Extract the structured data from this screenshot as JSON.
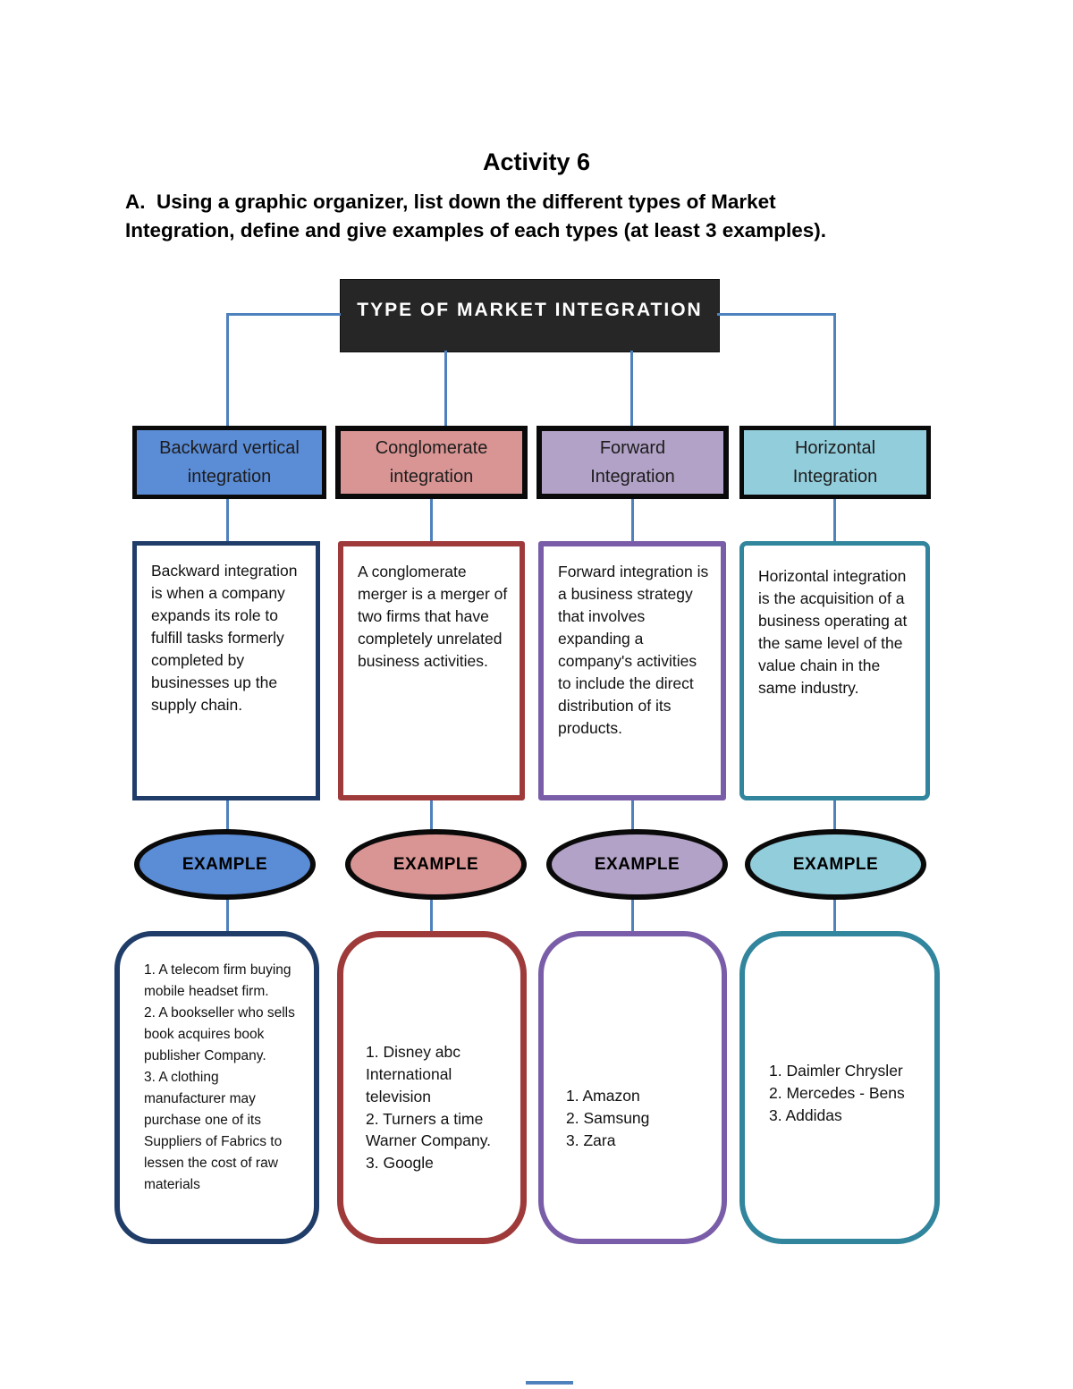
{
  "page": {
    "title": "Activity 6",
    "instructions": "A.  Using a graphic organizer, list down the different types of Market\nIntegration, define and give examples of each types (at least 3 examples)."
  },
  "diagram": {
    "root_label": "TYPE OF MARKET INTEGRATION",
    "example_label": "EXAMPLE",
    "connector_color": "#4f81bd",
    "root_colors": {
      "fill": "#262626",
      "text": "#ffffff"
    }
  },
  "columns": [
    {
      "name": "backward-vertical-integration",
      "header": "Backward vertical\nintegration",
      "definition": "Backward integration is when a company expands its role to fulfill tasks formerly completed by businesses up the supply chain.",
      "examples": [
        "1. A telecom firm buying mobile headset firm.",
        "2. A bookseller who sells book acquires book publisher Company.",
        "3. A clothing manufacturer may purchase one of its Suppliers of Fabrics to lessen the cost of raw materials"
      ],
      "colors": {
        "fill": "#5b8cd6",
        "border": "#1f3d68"
      }
    },
    {
      "name": "conglomerate-integration",
      "header": "Conglomerate\nintegration",
      "definition": "A conglomerate merger is a merger of two firms that have completely unrelated business activities.",
      "examples": [
        "1. Disney abc International television",
        "2. Turners a time Warner Company.",
        "3. Google"
      ],
      "colors": {
        "fill": "#d99594",
        "border": "#9e3a3a"
      }
    },
    {
      "name": "forward-integration",
      "header": "Forward\nIntegration",
      "definition": "Forward integration is a business strategy that involves expanding a company's activities to include the direct distribution of its products.",
      "examples": [
        "1. Amazon",
        "2. Samsung",
        "3. Zara"
      ],
      "colors": {
        "fill": "#b2a2c7",
        "border": "#7a5da8"
      }
    },
    {
      "name": "horizontal-integration",
      "header": "Horizontal\nIntegration",
      "definition": "Horizontal integration is the acquisition of a business operating at the same level of\nthe value chain in the same industry.",
      "examples": [
        "1. Daimler Chrysler",
        "2. Mercedes - Bens",
        "3. Addidas"
      ],
      "colors": {
        "fill": "#92cddc",
        "border": "#31859c"
      }
    }
  ]
}
